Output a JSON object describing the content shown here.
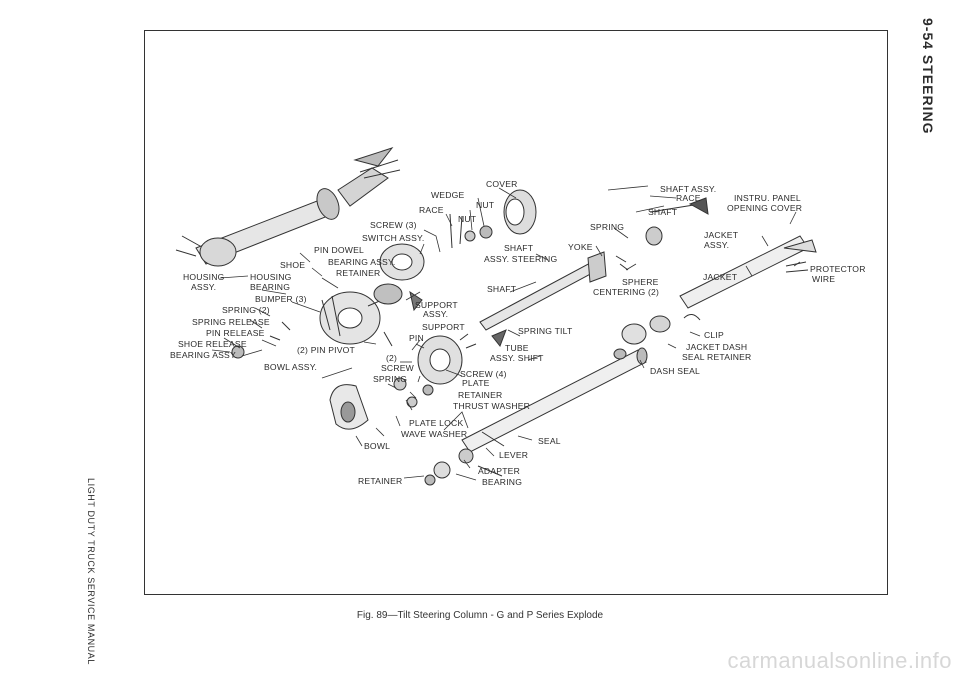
{
  "page": {
    "header": "9-54 STEERING",
    "side_label": "LIGHT DUTY TRUCK SERVICE MANUAL",
    "caption": "Fig. 89—Tilt Steering Column - G and P Series Explode",
    "watermark": "carmanualsonline.info"
  },
  "labels": {
    "cover": "COVER",
    "wedge": "WEDGE",
    "nut": "NUT",
    "race": "RACE",
    "screw_3": "SCREW (3)",
    "switch_assy": "SWITCH ASSY.",
    "pin_dowel": "PIN DOWEL",
    "shoe": "SHOE",
    "bearing_assy_top": "BEARING ASSY.",
    "retainer_top": "RETAINER",
    "housing_assy_1": "HOUSING",
    "housing_assy_2": "ASSY.",
    "housing_bearing_1": "HOUSING",
    "housing_bearing_2": "BEARING",
    "bumper_3": "BUMPER (3)",
    "spring_2": "SPRING (2)",
    "spring_release": "SPRING RELEASE",
    "pin_release": "PIN RELEASE",
    "shoe_release": "SHOE RELEASE",
    "bearing_assy_left": "BEARING ASSY.",
    "pin_pivot_2": "(2) PIN PIVOT",
    "bowl_assy": "BOWL ASSY.",
    "support_assy_1": "SUPPORT",
    "support_assy_2": "ASSY.",
    "support_mid": "SUPPORT",
    "pin_mid": "PIN",
    "screw_2_a": "(2)",
    "screw_2_b": "SCREW",
    "spring_lower": "SPRING",
    "plate": "PLATE",
    "retainer_mid": "RETAINER",
    "thrust_washer": "THRUST WASHER",
    "plate_lock": "PLATE LOCK",
    "wave_washer": "WAVE WASHER",
    "bowl": "BOWL",
    "screw_4": "SCREW (4)",
    "spring_tilt": "SPRING TILT",
    "tube_shift_1": "TUBE",
    "tube_shift_2": "ASSY. SHIFT",
    "shaft_steering_1": "SHAFT",
    "shaft_steering_2": "ASSY. STEERING",
    "shaft_mid": "SHAFT",
    "shaft_assy": "SHAFT ASSY.",
    "race_right": "RACE",
    "shaft_right": "SHAFT",
    "spring_right": "SPRING",
    "yoke": "YOKE",
    "sphere_centering_1": "SPHERE",
    "sphere_centering_2": "CENTERING (2)",
    "instru_panel_1": "INSTRU. PANEL",
    "instru_panel_2": "OPENING COVER",
    "jacket_assy_1": "JACKET",
    "jacket_assy_2": "ASSY.",
    "jacket": "JACKET",
    "protector_wire_1": "PROTECTOR",
    "protector_wire_2": "WIRE",
    "clip": "CLIP",
    "jacket_dash_1": "JACKET DASH",
    "jacket_dash_2": "SEAL RETAINER",
    "dash_seal": "DASH SEAL",
    "seal": "SEAL",
    "lever": "LEVER",
    "adapter": "ADAPTER",
    "bearing_bottom": "BEARING",
    "retainer_bottom": "RETAINER"
  }
}
